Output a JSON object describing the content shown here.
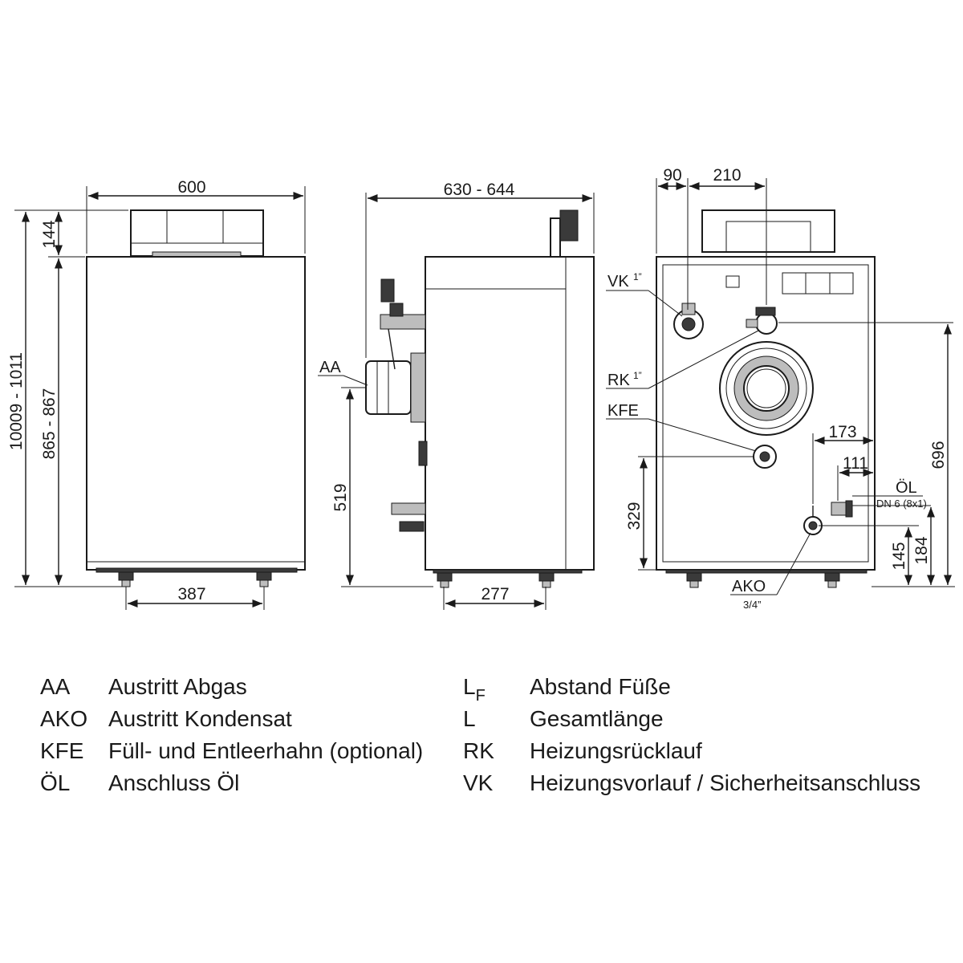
{
  "front_view": {
    "width": "600",
    "top_height": "144",
    "total_height": "10009 - 1011",
    "body_height": "865 - 867",
    "feet_spacing": "387"
  },
  "side_view": {
    "depth": "630 - 644",
    "exhaust_height": "519",
    "feet_spacing": "277",
    "label_aa": "AA"
  },
  "rear_view": {
    "dim_90": "90",
    "dim_210": "210",
    "dim_173": "173",
    "dim_111": "111",
    "dim_696": "696",
    "dim_329": "329",
    "dim_145": "145",
    "dim_184": "184",
    "label_vk": "VK",
    "vk_size": "1”",
    "label_rk": "RK",
    "rk_size": "1”",
    "label_kfe": "KFE",
    "label_oel": "ÖL",
    "oel_size": "DN 6 (8x1)",
    "label_ako": "AKO",
    "ako_size": "3/4”"
  },
  "legend": {
    "left": [
      {
        "abbr": "AA",
        "desc": "Austritt Abgas"
      },
      {
        "abbr": "AKO",
        "desc": "Austritt Kondensat"
      },
      {
        "abbr": "KFE",
        "desc": "Füll- und Entleerhahn (optional)"
      },
      {
        "abbr": "ÖL",
        "desc": "Anschluss Öl"
      }
    ],
    "right_lf_base": "L",
    "right_lf_sub": "F",
    "right": [
      {
        "abbr": "",
        "desc": "Abstand Füße"
      },
      {
        "abbr": "L",
        "desc": "Gesamtlänge"
      },
      {
        "abbr": "RK",
        "desc": "Heizungsrücklauf"
      },
      {
        "abbr": "VK",
        "desc": "Heizungsvorlauf / Sicherheitsanschluss"
      }
    ]
  }
}
